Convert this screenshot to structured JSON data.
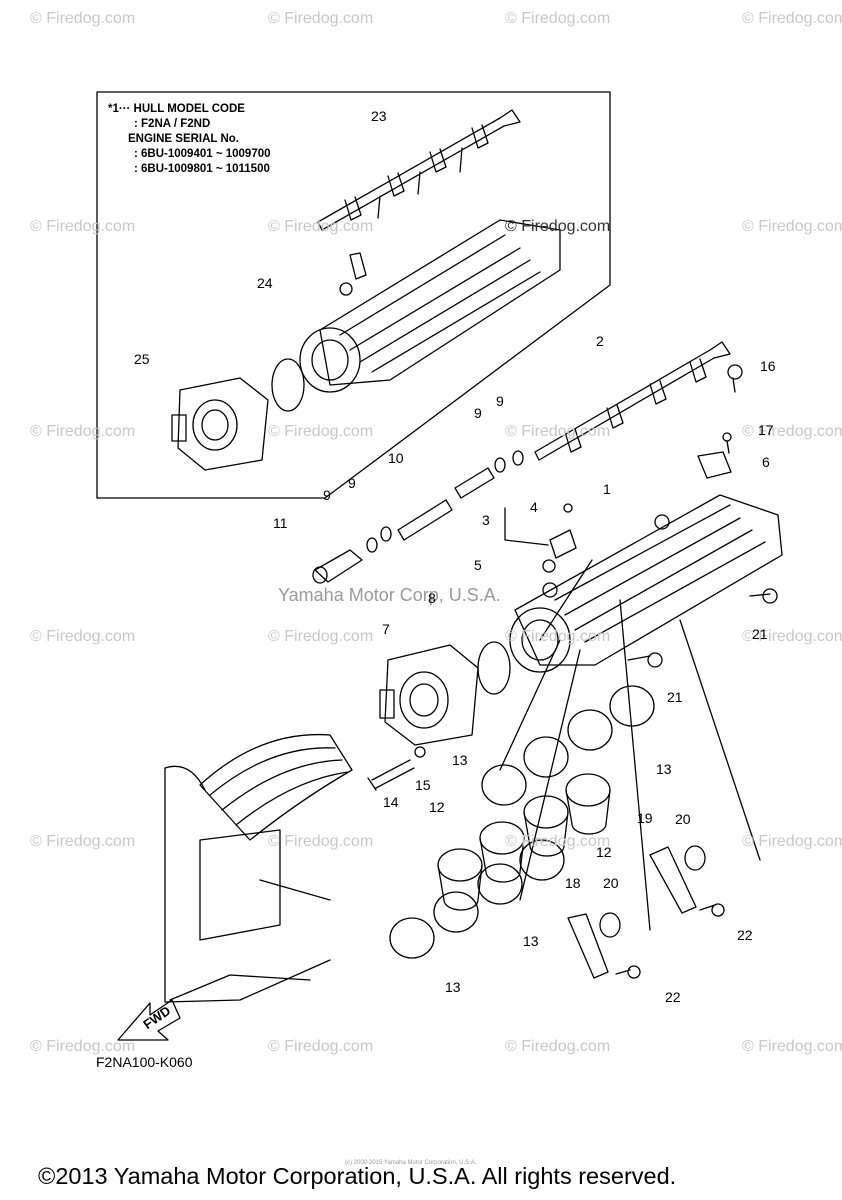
{
  "watermark": "© Firedog.com",
  "center_watermark": "Yamaha Motor Corp, U.S.A.",
  "note": {
    "line1": "*1··· HULL MODEL CODE",
    "line2": ": F2NA / F2ND",
    "line3": "ENGINE SERIAL No.",
    "line4": ": 6BU-1009401 ~ 1009700",
    "line5": ": 6BU-1009801 ~ 1011500"
  },
  "callouts": {
    "c1": "1",
    "c2": "2",
    "c3": "3",
    "c4": "4",
    "c5": "5",
    "c6": "6",
    "c7": "7",
    "c8": "8",
    "c9a": "9",
    "c9b": "9",
    "c9c": "9",
    "c9d": "9",
    "c10": "10",
    "c11": "11",
    "c12a": "12",
    "c12b": "12",
    "c13a": "13",
    "c13b": "13",
    "c13c": "13",
    "c13d": "13",
    "c14": "14",
    "c15": "15",
    "c16": "16",
    "c17": "17",
    "c18": "18",
    "c19": "19",
    "c20a": "20",
    "c20b": "20",
    "c21a": "21",
    "c21b": "21",
    "c22a": "22",
    "c22b": "22",
    "c23": "23",
    "c24": "24",
    "c25": "25"
  },
  "fwd_label": "FWD",
  "reference_code": "F2NA100-K060",
  "tiny_print": "(c) 2000-2015 Yamaha Motor Corporation, U.S.A.",
  "copyright": "©2013 Yamaha Motor Corporation, U.S.A. All rights reserved."
}
